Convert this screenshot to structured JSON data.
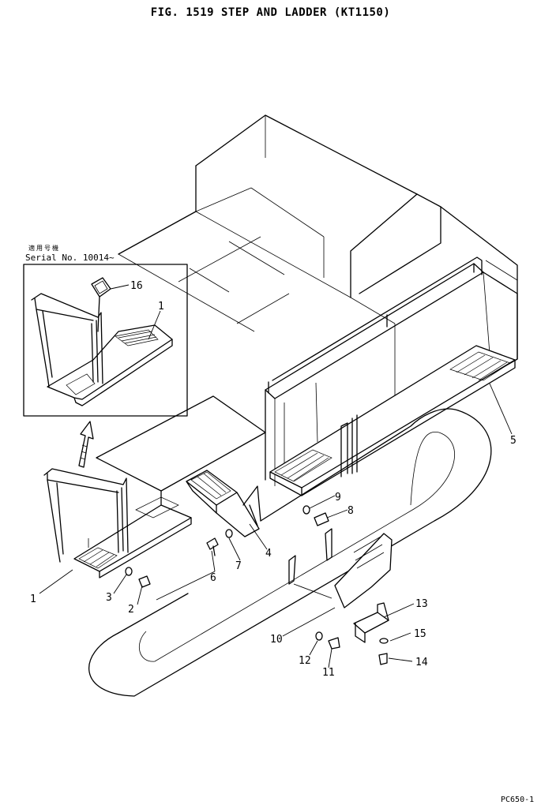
{
  "figure": {
    "title": "FIG. 1519  STEP AND LADDER (KT1150)",
    "serial_note_jp": "適用号機",
    "serial_note": "Serial No. 10014~",
    "corner_code": "PC650-1"
  },
  "callouts": [
    "1",
    "16",
    "1",
    "5",
    "9",
    "8",
    "4",
    "7",
    "6",
    "3",
    "2",
    "13",
    "15",
    "10",
    "12",
    "11",
    "14"
  ]
}
